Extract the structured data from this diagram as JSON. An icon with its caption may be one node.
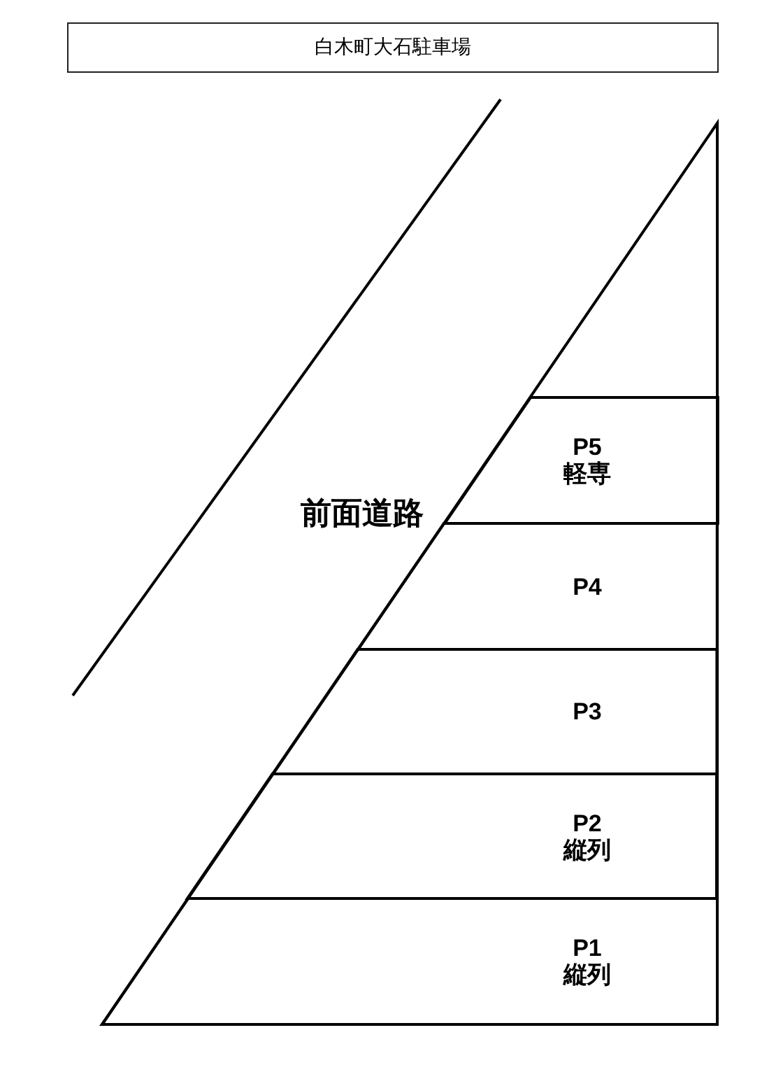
{
  "diagram": {
    "title": "白木町大石駐車場",
    "nodes": [
      {
        "text": [
          "P5",
          "軽専"
        ]
      },
      {
        "text": [
          "P4"
        ]
      },
      {
        "text": [
          "P3"
        ]
      },
      {
        "text": [
          "P2",
          "縦列"
        ]
      },
      {
        "text": [
          "P1",
          "縦列"
        ]
      }
    ],
    "labels": [
      "前面道路"
    ]
  }
}
